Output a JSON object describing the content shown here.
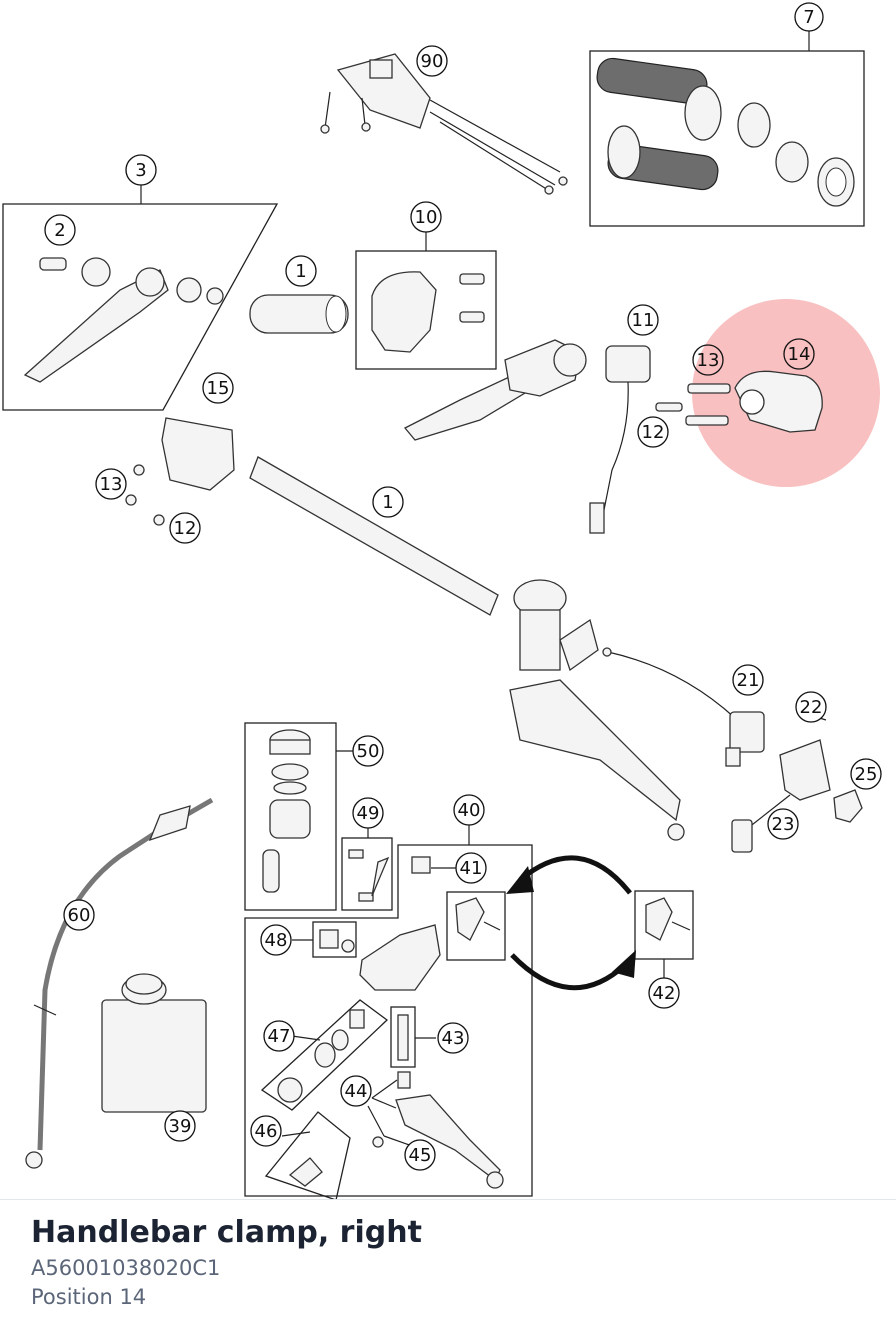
{
  "callouts": [
    {
      "id": "c7",
      "label": "7"
    },
    {
      "id": "c90",
      "label": "90"
    },
    {
      "id": "c3",
      "label": "3"
    },
    {
      "id": "c2",
      "label": "2"
    },
    {
      "id": "c10",
      "label": "10"
    },
    {
      "id": "c1a",
      "label": "1"
    },
    {
      "id": "c11",
      "label": "11"
    },
    {
      "id": "c13a",
      "label": "13"
    },
    {
      "id": "c14",
      "label": "14"
    },
    {
      "id": "c12a",
      "label": "12"
    },
    {
      "id": "c15",
      "label": "15"
    },
    {
      "id": "c13b",
      "label": "13"
    },
    {
      "id": "c12b",
      "label": "12"
    },
    {
      "id": "c1b",
      "label": "1"
    },
    {
      "id": "c21",
      "label": "21"
    },
    {
      "id": "c22",
      "label": "22"
    },
    {
      "id": "c25",
      "label": "25"
    },
    {
      "id": "c23",
      "label": "23"
    },
    {
      "id": "c50",
      "label": "50"
    },
    {
      "id": "c49",
      "label": "49"
    },
    {
      "id": "c40",
      "label": "40"
    },
    {
      "id": "c41",
      "label": "41"
    },
    {
      "id": "c60",
      "label": "60"
    },
    {
      "id": "c48",
      "label": "48"
    },
    {
      "id": "c42",
      "label": "42"
    },
    {
      "id": "c47",
      "label": "47"
    },
    {
      "id": "c43",
      "label": "43"
    },
    {
      "id": "c44",
      "label": "44"
    },
    {
      "id": "c46",
      "label": "46"
    },
    {
      "id": "c45",
      "label": "45"
    },
    {
      "id": "c39",
      "label": "39"
    }
  ],
  "highlight": {
    "position": "14",
    "color": "#f28c8c"
  },
  "footer": {
    "title": "Handlebar clamp, right",
    "part_number": "A56001038020C1",
    "position": "Position 14"
  }
}
